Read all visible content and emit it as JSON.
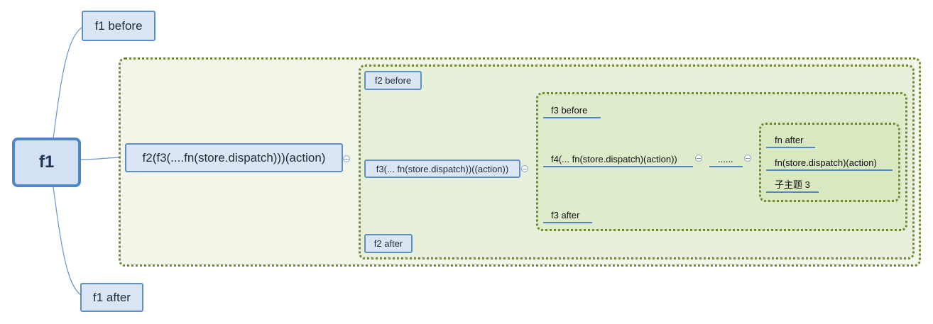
{
  "root": {
    "label": "f1"
  },
  "f1_before": {
    "label": "f1 before"
  },
  "f1_after": {
    "label": "f1 after"
  },
  "f2_node": {
    "label": "f2(f3(....fn(store.dispatch)))(action)"
  },
  "f2_before": {
    "label": "f2 before"
  },
  "f2_after": {
    "label": "f2 after"
  },
  "f3_node": {
    "label": "f3(... fn(store.dispatch))((action))"
  },
  "f3_before": {
    "label": "f3 before"
  },
  "f3_after": {
    "label": "f3 after"
  },
  "f4_node": {
    "label": "f4(... fn(store.dispatch)(action))"
  },
  "ellipsis_node": {
    "label": "......"
  },
  "fn_after": {
    "label": "fn after"
  },
  "fn_call": {
    "label": "fn(store.dispatch)(action)"
  },
  "subtopic": {
    "label": "子主题 3"
  },
  "colors": {
    "node_fill": "#dae6f5",
    "node_border": "#5f8fc9",
    "connector": "#6b94c8",
    "group_border": "#6d8a32",
    "group_fill_1": "#f1f6e8",
    "group_fill_2": "#e7f0d9",
    "group_fill_3": "#dfeccc",
    "group_fill_4": "#d8e8c1"
  }
}
